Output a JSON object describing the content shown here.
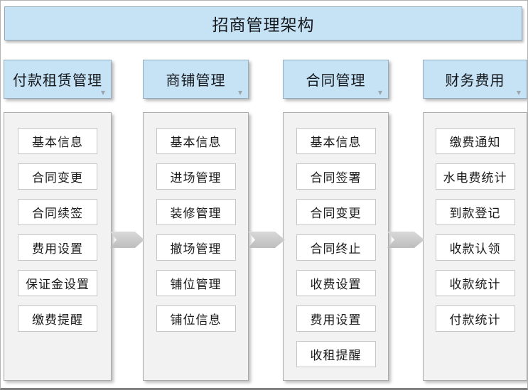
{
  "title": "招商管理架构",
  "columns": [
    {
      "header": "付款租赁管理",
      "items": [
        "基本信息",
        "合同变更",
        "合同续签",
        "费用设置",
        "保证金设置",
        "缴费提醒"
      ]
    },
    {
      "header": "商铺管理",
      "items": [
        "基本信息",
        "进场管理",
        "装修管理",
        "撤场管理",
        "铺位管理",
        "铺位信息"
      ]
    },
    {
      "header": "合同管理",
      "items": [
        "基本信息",
        "合同签署",
        "合同变更",
        "合同终止",
        "收费设置",
        "费用设置",
        "收租提醒"
      ]
    },
    {
      "header": "财务费用",
      "items": [
        "缴费通知",
        "水电费统计",
        "到款登记",
        "收款认领",
        "收款统计",
        "付款统计"
      ]
    }
  ],
  "icons": {
    "header_dropdown": {
      "name": "triangle-down-icon",
      "glyph": "▾"
    },
    "flow_arrow": {
      "name": "flow-arrow-right-icon"
    }
  },
  "colors": {
    "header_bg": "#c6e2f5",
    "panel_bg": "#f2f2f2",
    "item_bg": "#ffffff",
    "arrow_fill_top": "#d9d9d9",
    "arrow_fill_bottom": "#bdbdbd",
    "text": "#1a1a1a"
  }
}
